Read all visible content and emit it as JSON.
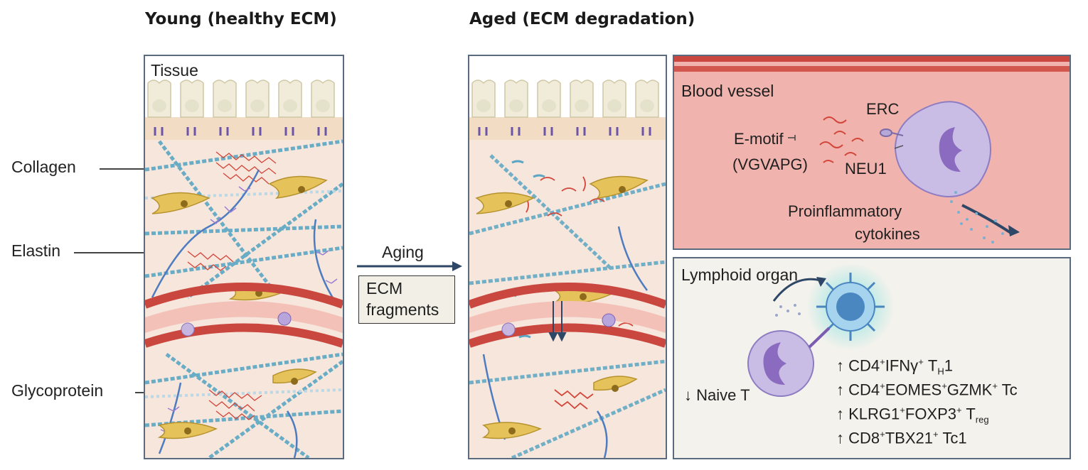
{
  "titles": {
    "young": "Young (healthy ECM)",
    "aged": "Aged (ECM degradation)"
  },
  "left_labels": {
    "tissue": "Tissue",
    "collagen": "Collagen",
    "elastin": "Elastin",
    "glycoprotein": "Glycoprotein"
  },
  "arrow": {
    "label": "Aging",
    "box_line1": "ECM",
    "box_line2": "fragments"
  },
  "blood_vessel": {
    "title": "Blood vessel",
    "erc": "ERC",
    "emotif_line1": "E-motif",
    "emotif_line2": "(VGVAPG)",
    "neu1": "NEU1",
    "cytokines_line1": "Proinflammatory",
    "cytokines_line2": "cytokines"
  },
  "lymphoid": {
    "title": "Lymphoid organ",
    "naive": "↓ Naive T",
    "phenotypes": [
      {
        "arrow": "↑",
        "a": "CD4",
        "b": "IFNγ",
        "c": "T",
        "sub": "H",
        "d": "1"
      },
      {
        "arrow": "↑",
        "a": "CD4",
        "b": "EOMES",
        "c": "GZMK",
        "d": "Tc"
      },
      {
        "arrow": "↑",
        "a": "KLRG1",
        "b": "FOXP3",
        "c": "T",
        "sub": "reg"
      },
      {
        "arrow": "↑",
        "a": "CD8",
        "b": "TBX21",
        "d": "Tc1"
      }
    ]
  },
  "colors": {
    "frame": "#5a6b80",
    "ecm_bg": "#f7e6dc",
    "collagen": "#5aa6c4",
    "elastin": "#d2463a",
    "glycoprotein": "#7a5cb0",
    "fibroblast": "#e6c25a",
    "vessel": "#d8504b",
    "blood_panel": "#f0b3ad",
    "lymph_panel": "#f4f2ec"
  }
}
